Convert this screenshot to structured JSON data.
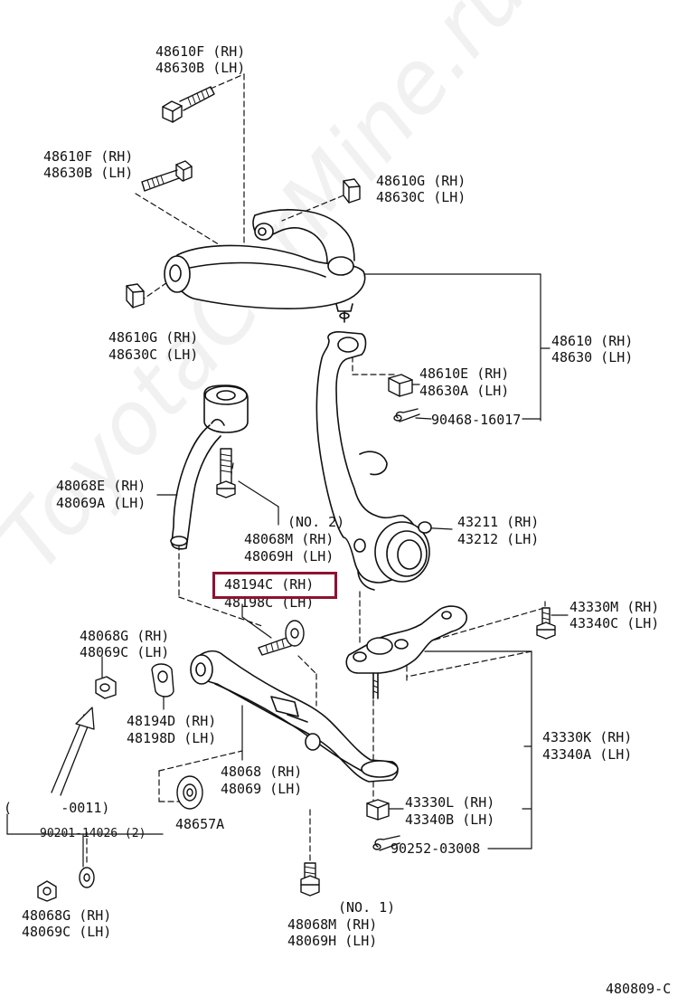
{
  "labels": {
    "bolt_upper_top": [
      "48610F (RH)",
      "48630B (LH)"
    ],
    "bolt_upper_left": [
      "48610F (RH)",
      "48630B (LH)"
    ],
    "nut_upper_right": [
      "48610G (RH)",
      "48630C (LH)"
    ],
    "nut_upper_left": [
      "48610G (RH)",
      "48630C (LH)"
    ],
    "upper_arm": [
      "48610 (RH)",
      "48630 (LH)"
    ],
    "upper_nut": [
      "48610E (RH)",
      "48630A (LH)"
    ],
    "cotter_upper": "90468-16017",
    "strut_rod": [
      "48068E (RH)",
      "48069A (LH)"
    ],
    "bolt_no2": [
      "(NO. 2)",
      "48068M (RH)",
      "48069H (LH)"
    ],
    "knuckle": [
      "43211 (RH)",
      "43212 (LH)"
    ],
    "highlight": "48194C (RH)",
    "cam_under": "48198C (LH)",
    "nut_lower_a": [
      "48068G (RH)",
      "48069C (LH)"
    ],
    "cam_plate": [
      "48194D (RH)",
      "48198D (LH)"
    ],
    "lower_arm": [
      "48068 (RH)",
      "48069 (LH)"
    ],
    "bolt_ball": [
      "43330M (RH)",
      "43340C (LH)"
    ],
    "ball_joint": [
      "43330K (RH)",
      "43340A (LH)"
    ],
    "ball_nut": [
      "43330L (RH)",
      "43340B (LH)"
    ],
    "cotter_lower": "90252-03008",
    "range": "(      -0011)",
    "washer_part": "90201-14026 (2)",
    "bushing": "48657A",
    "nut_lower_b": [
      "48068G (RH)",
      "48069C (LH)"
    ],
    "bolt_no1": [
      "(NO. 1)",
      "48068M (RH)",
      "48069H (LH)"
    ],
    "diagram_code": "480809-C"
  },
  "watermark": "ToyotaCarMine.ru",
  "highlight_color": "#8e1230"
}
